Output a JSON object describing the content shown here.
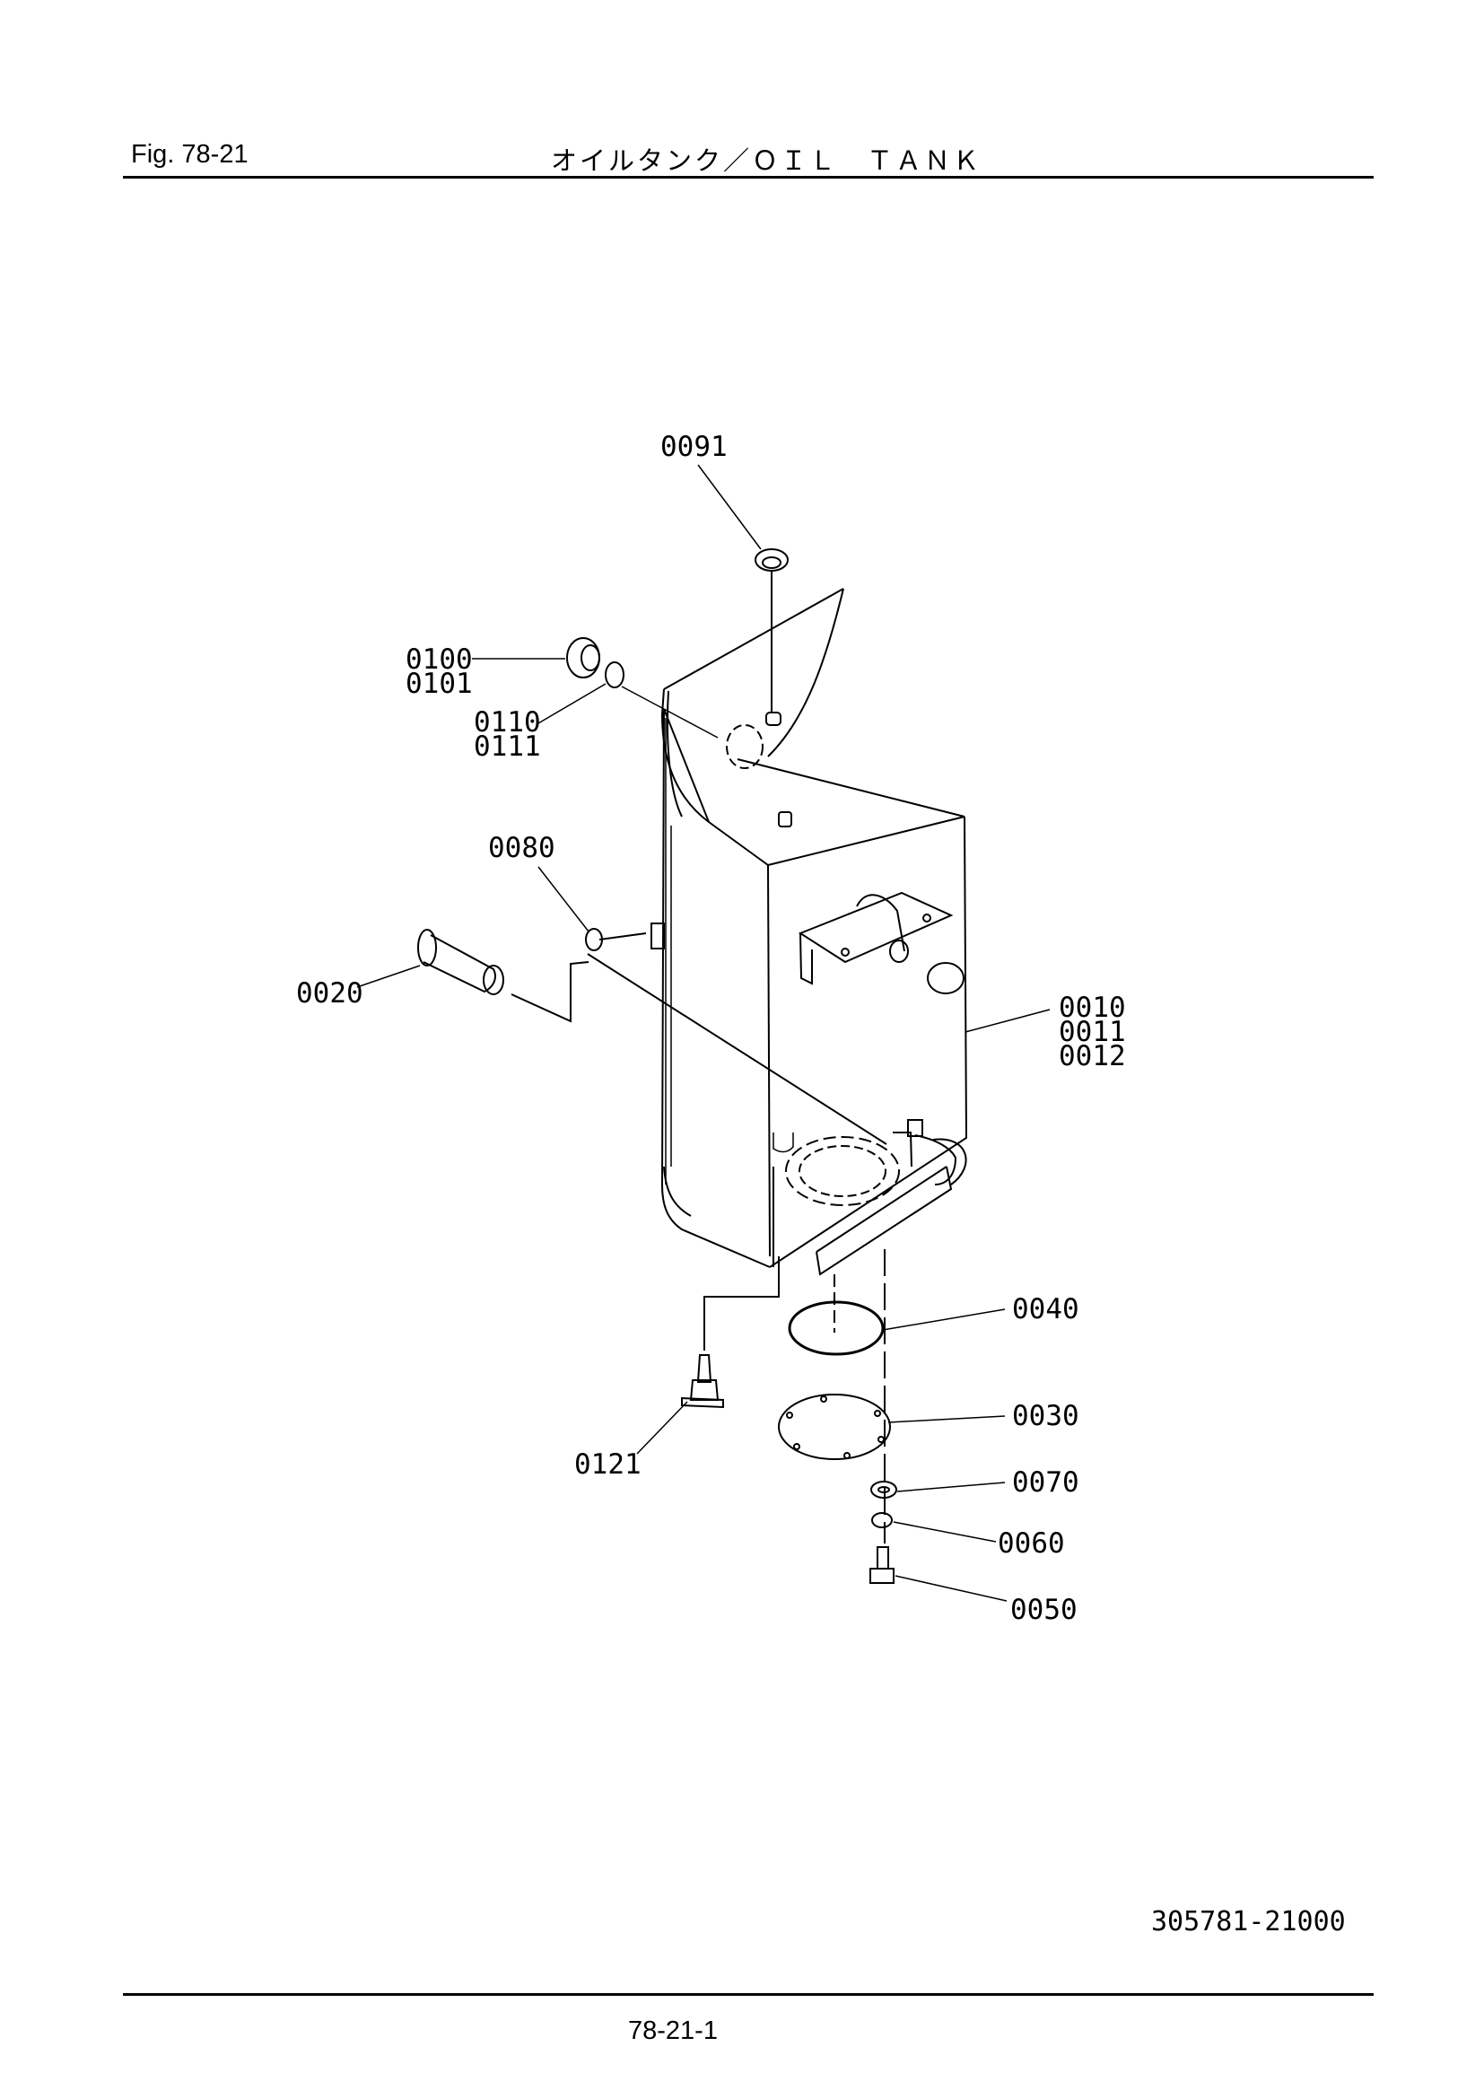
{
  "header": {
    "figure": "Fig.  78-21",
    "title": "オイルタンク／ＯＩＬ　ＴＡＮＫ"
  },
  "callouts": {
    "c0091": "0091",
    "c0100": "0100",
    "c0101": "0101",
    "c0110": "0110",
    "c0111": "0111",
    "c0080": "0080",
    "c0020": "0020",
    "c0010": "0010",
    "c0011": "0011",
    "c0012": "0012",
    "c0040": "0040",
    "c0030": "0030",
    "c0121": "0121",
    "c0070": "0070",
    "c0060": "0060",
    "c0050": "0050"
  },
  "footer": {
    "doc_number": "305781-21000",
    "page": "78-21-1"
  }
}
